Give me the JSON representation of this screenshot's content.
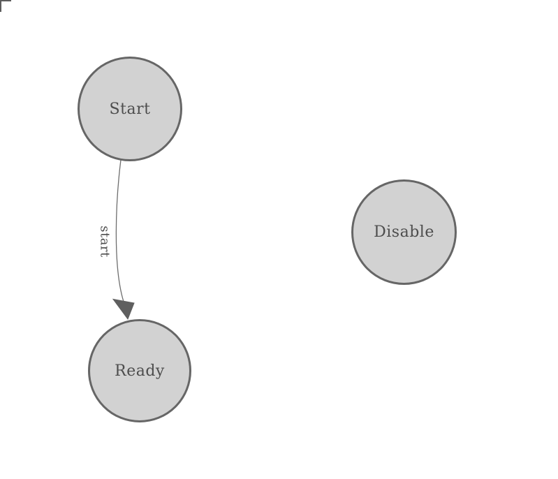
{
  "diagram": {
    "type": "state-diagram",
    "nodes": [
      {
        "id": "start",
        "label": "Start"
      },
      {
        "id": "ready",
        "label": "Ready"
      },
      {
        "id": "disable",
        "label": "Disable"
      }
    ],
    "edges": [
      {
        "id": "start-to-ready",
        "from": "start",
        "to": "ready",
        "label": "start"
      }
    ],
    "colors": {
      "background": "#ffffff",
      "node_fill": "#d2d2d2",
      "node_border": "#666666",
      "label_text": "#4d4d4d",
      "edge_line": "#6e6e6e",
      "arrowhead_fill": "#5f5f5f",
      "corner_mark": "#5c5c5c"
    }
  }
}
